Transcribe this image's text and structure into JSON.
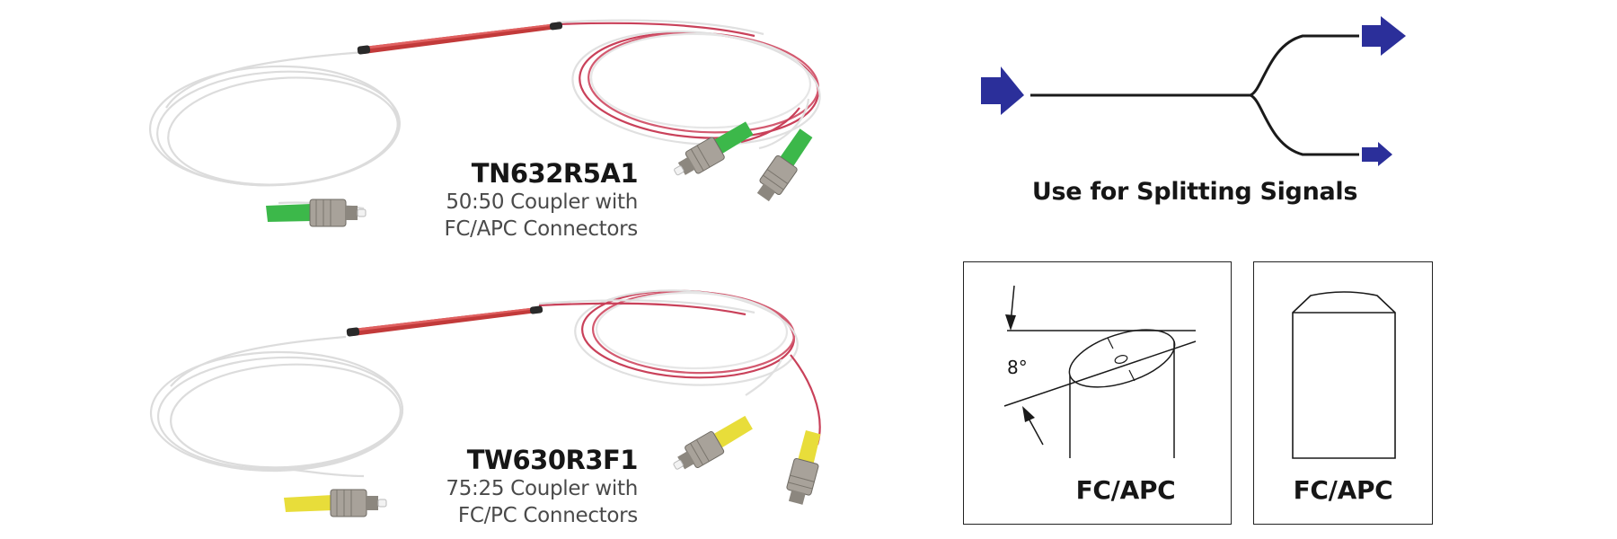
{
  "products": [
    {
      "part_number": "TN632R5A1",
      "desc_line1": "50:50 Coupler with",
      "desc_line2": "FC/APC Connectors",
      "connector_color": "#3cb84a",
      "connector_color_dark": "#2a8c36"
    },
    {
      "part_number": "TW630R3F1",
      "desc_line1": "75:25 Coupler with",
      "desc_line2": "FC/PC Connectors",
      "connector_color": "#e8dd3a",
      "connector_color_dark": "#b8ad1e"
    }
  ],
  "splitter": {
    "caption": "Use for Splitting Signals",
    "arrow_color": "#2b2f9a"
  },
  "panels": {
    "left": {
      "angle_label": "8°",
      "label": "FC/APC"
    },
    "right": {
      "label": "FC/APC"
    }
  },
  "colors": {
    "coupler_body": "#c23a3a",
    "fiber_red": "#c9415a",
    "fiber_white": "#e6e6e6"
  }
}
